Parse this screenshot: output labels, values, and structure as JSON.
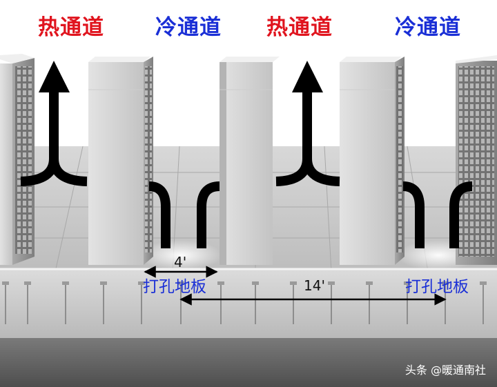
{
  "labels": {
    "hot_aisle_1": "热通道",
    "cold_aisle_1": "冷通道",
    "hot_aisle_2": "热通道",
    "cold_aisle_2": "冷通道",
    "perforated_floor_1": "打孔地板",
    "perforated_floor_2": "打孔地板",
    "dimension_small": "4'",
    "dimension_large": "14'"
  },
  "watermark": {
    "source": "头条 @暖通南社"
  },
  "colors": {
    "hot": "#e0141e",
    "cold": "#1a2fd6",
    "arrow": "#000000",
    "rack": "#d4d4d4",
    "floor": "#6f6f6f"
  }
}
